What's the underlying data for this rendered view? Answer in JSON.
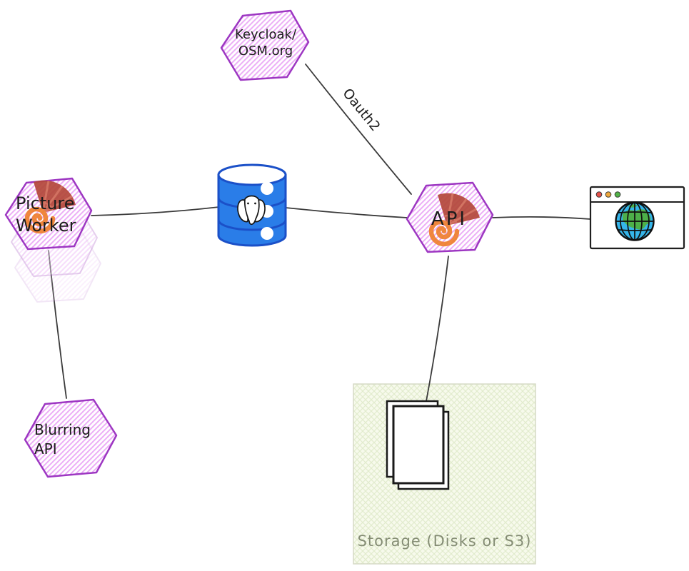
{
  "nodes": {
    "keycloak": {
      "label": "Keycloak/\nOSM.org",
      "shape": "hexagon"
    },
    "picture_worker": {
      "label": "Picture\nWorker",
      "shape": "hexagon-stack",
      "icon": "fan-spiral-logo-icon"
    },
    "api": {
      "label": "API",
      "shape": "hexagon",
      "icon": "fan-spiral-logo-icon"
    },
    "blurring_api": {
      "label": "Blurring\nAPI",
      "shape": "hexagon"
    },
    "database": {
      "shape": "cylinder",
      "icon": "postgresql-elephant-icon"
    },
    "web_browser": {
      "shape": "browser-window",
      "icon": "globe-icon"
    },
    "storage": {
      "label": "Storage (Disks or S3)",
      "shape": "region",
      "icon": "documents-icon"
    }
  },
  "edges": [
    {
      "from": "keycloak",
      "to": "api",
      "label": "Oauth2"
    },
    {
      "from": "picture_worker",
      "to": "database",
      "label": ""
    },
    {
      "from": "database",
      "to": "api",
      "label": ""
    },
    {
      "from": "api",
      "to": "web_browser",
      "label": ""
    },
    {
      "from": "api",
      "to": "storage",
      "label": ""
    },
    {
      "from": "picture_worker",
      "to": "blurring_api",
      "label": ""
    }
  ],
  "colors": {
    "hexagon_stroke": "#9d37c2",
    "hexagon_hatch": "#ecaef7",
    "edge": "#3a3a3a",
    "database_fill": "#2a7de8",
    "database_stroke": "#1b50c8",
    "storage_fill": "#f7faec",
    "storage_hatch": "#e2ecce",
    "storage_border": "#d6dac6",
    "storage_text": "#848c74",
    "fan_red": "#b4473a",
    "spiral_orange": "#ef7f2e",
    "globe_blue": "#35b5ea",
    "globe_land": "#4db049",
    "window_dot_red": "#e4504a",
    "window_dot_yellow": "#eda73c",
    "window_dot_green": "#53b348"
  }
}
